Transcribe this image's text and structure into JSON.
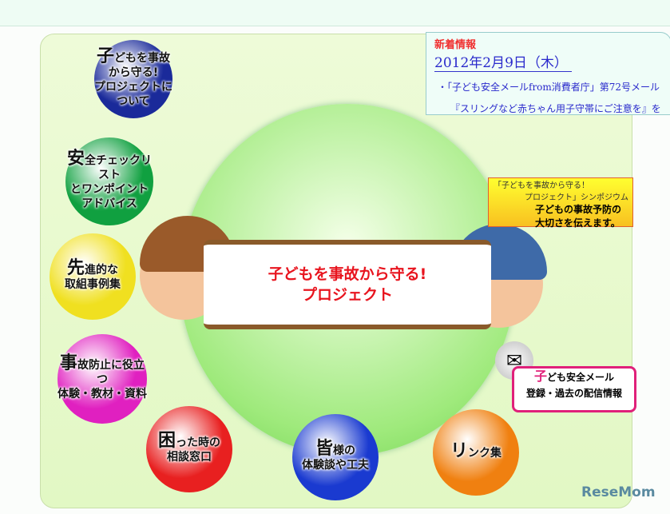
{
  "news": {
    "heading": "新着情報",
    "date": "2012年2月9日（木）",
    "lines": [
      "・「子ども安全メールfrom消費者庁」第72号メール",
      "『スリングなど赤ちゃん用子守帯にご注意を』を"
    ]
  },
  "hero": {
    "line1": "子どもを事故から守る!",
    "line2": "プロジェクト"
  },
  "menu": [
    {
      "big": "子",
      "rest": "どもを事故から守る!",
      "line2": "プロジェクトについて",
      "color": "#1a2a9a"
    },
    {
      "big": "安",
      "rest": "全チェックリスト",
      "line2": "とワンポイント",
      "line3": "アドバイス",
      "color": "#10a040"
    },
    {
      "big": "先",
      "rest": "進的な",
      "line2": "取組事例集",
      "color": "#f0e020"
    },
    {
      "big": "事",
      "rest": "故防止に役立つ",
      "line2": "体験・教材・資料",
      "color": "#e020c0"
    },
    {
      "big": "困",
      "rest": "った時の",
      "line2": "相談窓口",
      "color": "#e82020"
    },
    {
      "big": "皆",
      "rest": "様の",
      "line2": "体験談や工夫",
      "color": "#1a3ad0"
    },
    {
      "big": "リ",
      "rest": "ンク集",
      "line2": "",
      "color": "#f08010"
    }
  ],
  "symposium": {
    "line1": "「子どもを事故から守る！",
    "line2": "プロジェクト」シンポジウム",
    "line3": "子どもの事故予防の",
    "line4": "大切さを伝えます。"
  },
  "mail": {
    "big": "子",
    "rest": "ども安全メール",
    "line2": "登録・過去の配信情報",
    "icon": "envelope-icon"
  },
  "logo": "ReseMom"
}
